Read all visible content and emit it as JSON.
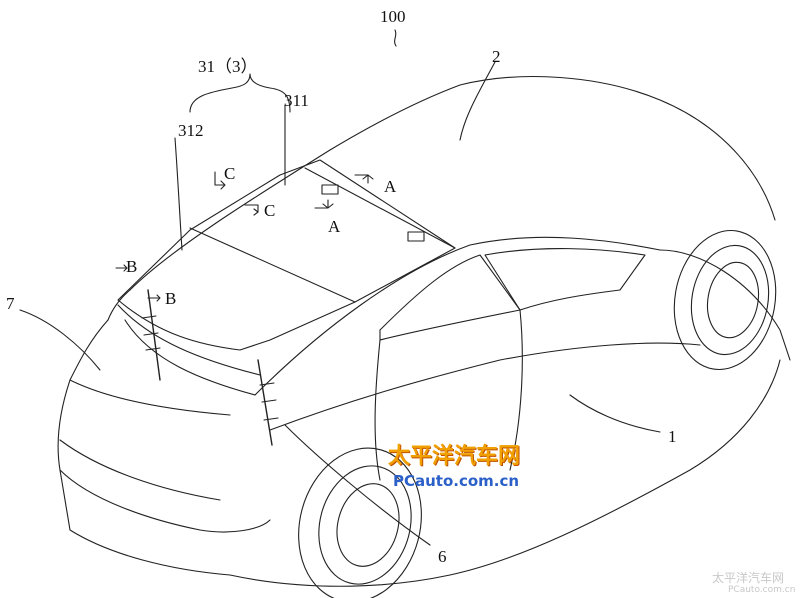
{
  "figure": {
    "ref_main": "100",
    "ref_body": "1",
    "ref_roof": "2",
    "ref_glass_group": "31（3）",
    "ref_front_glass": "311",
    "ref_rear_glass": "312",
    "ref_tail": "7",
    "ref_door": "6",
    "section_a_top": "A",
    "section_a_bottom": "A",
    "section_b_top": "B",
    "section_b_bottom": "B",
    "section_c_top": "C",
    "section_c_bottom": "C"
  },
  "watermark": {
    "brand_cn": "太平洋汽车网",
    "brand_url": "PCauto.com.cn",
    "corner_cn": "太平洋汽车网",
    "corner_url": "PCauto.com.cn"
  },
  "colors": {
    "line": "#222222",
    "watermark_orange": "#f0a000",
    "watermark_blue": "#2b60c8"
  }
}
